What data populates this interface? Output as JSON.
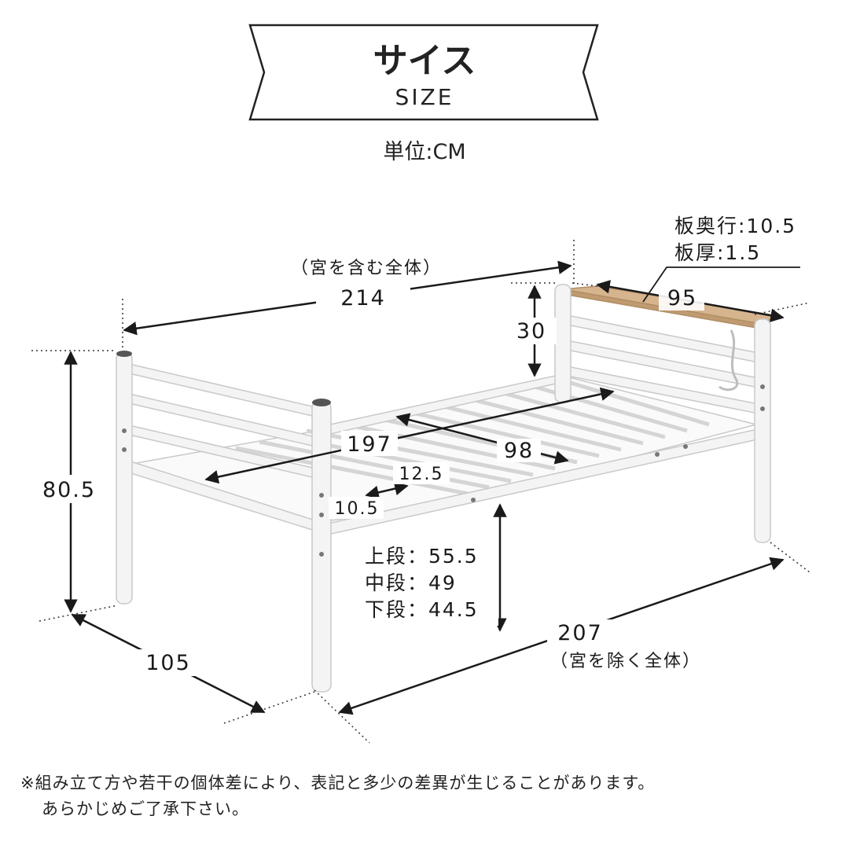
{
  "header": {
    "title": "サイス",
    "subtitle": "SIZE",
    "unit": "単位:CM"
  },
  "dimensions": {
    "length_with_shelf_label": "（宮を含む全体）",
    "length_with_shelf": "214",
    "shelf_depth": "板奥行:10.5",
    "shelf_thickness": "板厚:1.5",
    "shelf_width": "95",
    "headboard_height": "30",
    "total_height": "80.5",
    "inner_length": "197",
    "inner_width": "98",
    "slat_width": "12.5",
    "slat_gap": "10.5",
    "under_height_upper": "上段：55.5",
    "under_height_middle": "中段：49",
    "under_height_lower": "下段：44.5",
    "length_without_shelf": "207",
    "length_without_shelf_label": "（宮を除く全体）",
    "total_width": "105"
  },
  "note": {
    "line1": "※組み立て方や若干の個体差により、表記と多少の差異が生じることがあります。",
    "line2": "あらかじめご了承下さい。"
  },
  "colors": {
    "frame": "#f4f4f4",
    "frame_stroke": "#c9c9c9",
    "wood": "#d6b48e",
    "post_cap": "#555555",
    "dim_line": "#1a1a1a"
  }
}
